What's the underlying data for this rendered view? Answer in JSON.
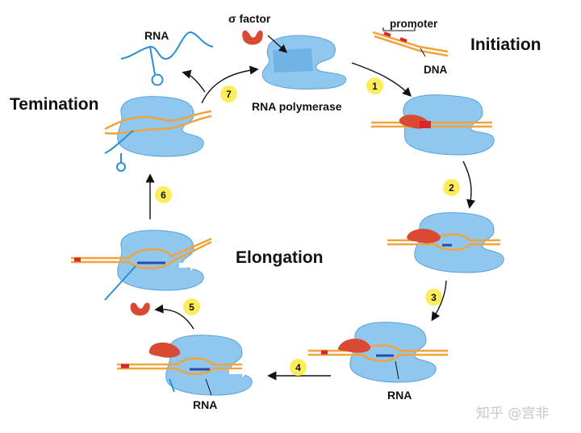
{
  "phases": {
    "initiation": "Initiation",
    "elongation": "Elongation",
    "termination": "Temination"
  },
  "labels": {
    "sigma_factor": "σ factor",
    "promoter": "promoter",
    "dna": "DNA",
    "rna_polymerase": "RNA polymerase",
    "rna_released": "RNA",
    "rna_step3": "RNA",
    "rna_step4": "RNA"
  },
  "steps": [
    "1",
    "2",
    "3",
    "4",
    "5",
    "6",
    "7"
  ],
  "watermark": "知乎 @宫非",
  "colors": {
    "polymerase": "#8fc7ef",
    "polymerase_dark": "#5aa3dc",
    "dna": "#f2a33a",
    "promoter_mark": "#d8262f",
    "sigma": "#d94a32",
    "rna": "#2a8fd0",
    "badge": "#fbee5a",
    "arrow": "#111111"
  }
}
